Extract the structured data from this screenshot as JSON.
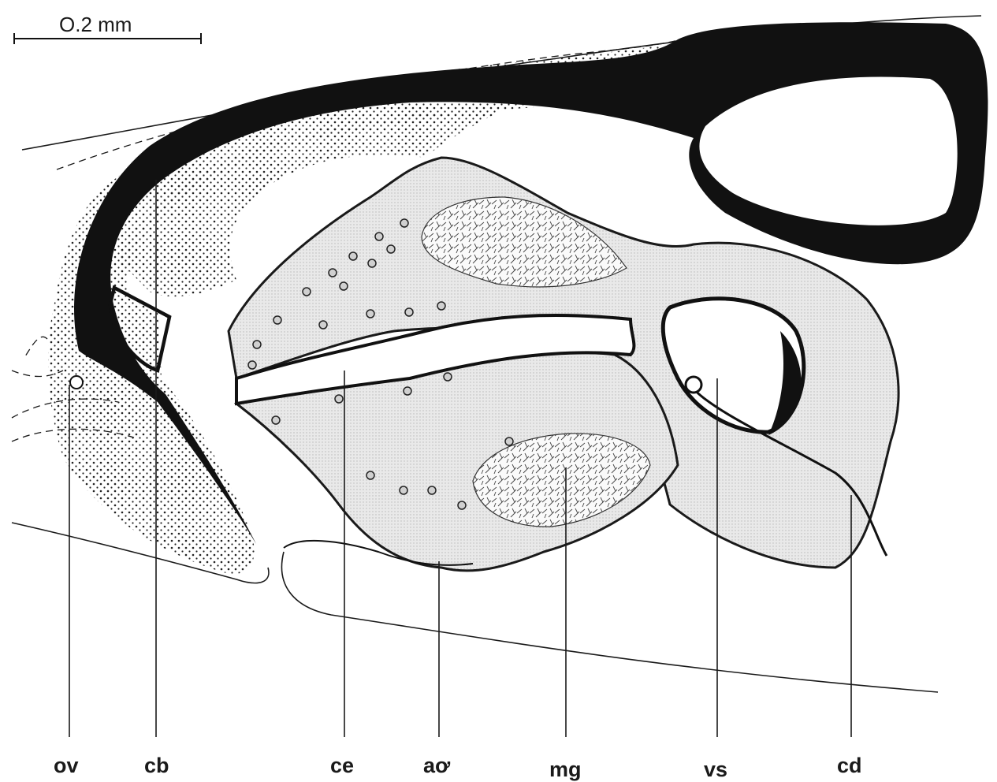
{
  "scale_bar": {
    "label": "O.2 mm"
  },
  "labels": {
    "ov": "ov",
    "cb": "cb",
    "ce": "ce",
    "ao": "aơ",
    "mg": "mg",
    "vs": "vs",
    "cd": "cd"
  }
}
